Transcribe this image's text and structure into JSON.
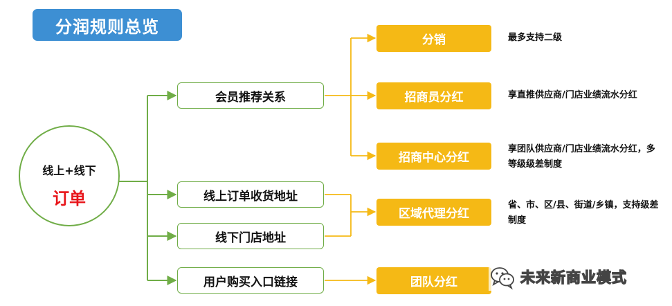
{
  "title": "分润规则总览",
  "origin": {
    "line1": "线上+线下",
    "line2": "订单"
  },
  "mid_nodes": [
    {
      "label": "会员推荐关系"
    },
    {
      "label": "线上订单收货地址"
    },
    {
      "label": "线下门店地址"
    },
    {
      "label": "用户购买入口链接"
    }
  ],
  "gold_nodes": [
    {
      "label": "分销",
      "desc": "最多支持二级"
    },
    {
      "label": "招商员分红",
      "desc": "享直推供应商/门店业绩流水分红"
    },
    {
      "label": "招商中心分红",
      "desc": "享团队供应商/门店业绩流水分红，多等级级差制度"
    },
    {
      "label": "区域代理分红",
      "desc": "省、市、区/县、街道/乡镇，支持级差制度"
    },
    {
      "label": "团队分红",
      "desc": ""
    }
  ],
  "watermark": {
    "text": "未来新商业模式",
    "icon": "wechat-icon"
  },
  "colors": {
    "banner": "#3d8fd3",
    "green": "#70ad47",
    "gold": "#f5b915",
    "order_red": "#e8161b"
  }
}
